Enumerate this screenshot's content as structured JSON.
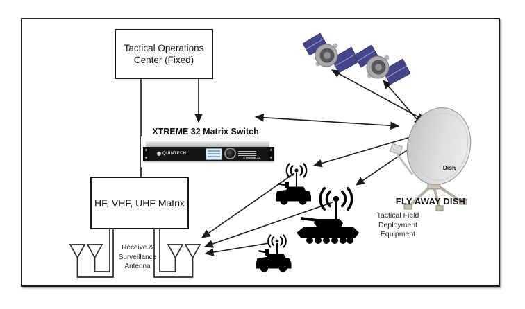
{
  "toc_box": {
    "line1": "Tactical Operations",
    "line2": "Center (Fixed)"
  },
  "matrix_switch": {
    "label": "XTREME 32 Matrix Switch",
    "brand": "QUINTECH",
    "model": "XTREME 32"
  },
  "hf_matrix_box": {
    "label": "HF, VHF, UHF Matrix"
  },
  "receive_antenna_label": {
    "line1": "Receive &",
    "line2": "Surveillance",
    "line3": "Antenna"
  },
  "fly_away_dish": {
    "dish_label": "Dish",
    "title": "FLY AWAY DISH"
  },
  "field_equipment_label": {
    "line1": "Tactical Field",
    "line2": "Deployment",
    "line3": "Equipment"
  },
  "icons": {
    "satellite": "satellite-icon",
    "fly_away_dish": "dish-icon",
    "humvee": "humvee-icon",
    "tank": "tank-icon",
    "radio_waves": "radio-waves-icon",
    "receive_antenna": "antenna-icon"
  },
  "connections": [
    {
      "from": "Tactical Operations Center (Fixed)",
      "to": "HF, VHF, UHF Matrix",
      "type": "line"
    },
    {
      "from": "Tactical Operations Center (Fixed)",
      "to": "XTREME 32 Matrix Switch",
      "type": "arrow"
    },
    {
      "from": "XTREME 32 Matrix Switch",
      "to": "Fly Away Dish",
      "type": "double-arrow"
    },
    {
      "from": "Satellite 1",
      "to": "Fly Away Dish",
      "type": "double-arrow"
    },
    {
      "from": "Satellite 2",
      "to": "Fly Away Dish",
      "type": "double-arrow"
    },
    {
      "from": "Fly Away Dish",
      "to": "Humvee 1 radio",
      "type": "double-arrow"
    },
    {
      "from": "Fly Away Dish",
      "to": "Tank radio",
      "type": "double-arrow"
    },
    {
      "from": "Humvee 1 radio",
      "to": "Receive & Surveillance Antenna",
      "type": "arrow"
    },
    {
      "from": "Tank radio",
      "to": "Receive & Surveillance Antenna",
      "type": "arrow"
    },
    {
      "from": "Humvee 2 radio",
      "to": "Receive & Surveillance Antenna",
      "type": "arrow"
    },
    {
      "from": "HF, VHF, UHF Matrix",
      "to": "Receive & Surveillance Antenna",
      "type": "wires"
    }
  ],
  "colors": {
    "line": "#1a1a1a",
    "box_border": "#141414",
    "background": "#ffffff",
    "satellite_panel": "#45458a",
    "dish_gray": "#d9d9d9",
    "tripod_tan": "#b7af9f",
    "device_faceplate": "#161616",
    "lcd_screen": "#e2eef8"
  }
}
